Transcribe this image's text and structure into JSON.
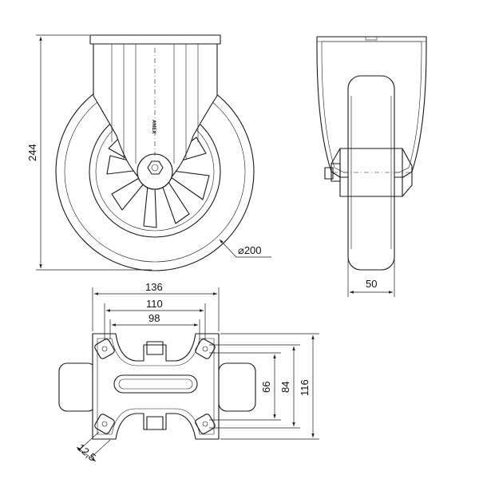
{
  "drawing": {
    "brand_mark": "AMEX",
    "dimensions": {
      "height_total": "244",
      "wheel_diameter": "⌀200",
      "wheel_width": "50",
      "plate_length": "136",
      "bolt_span_outer": "110",
      "bolt_span_inner": "98",
      "plate_width": "116",
      "bolt_span_width_outer": "84",
      "bolt_span_width_inner": "66",
      "bolt_hole": "12,5"
    }
  }
}
